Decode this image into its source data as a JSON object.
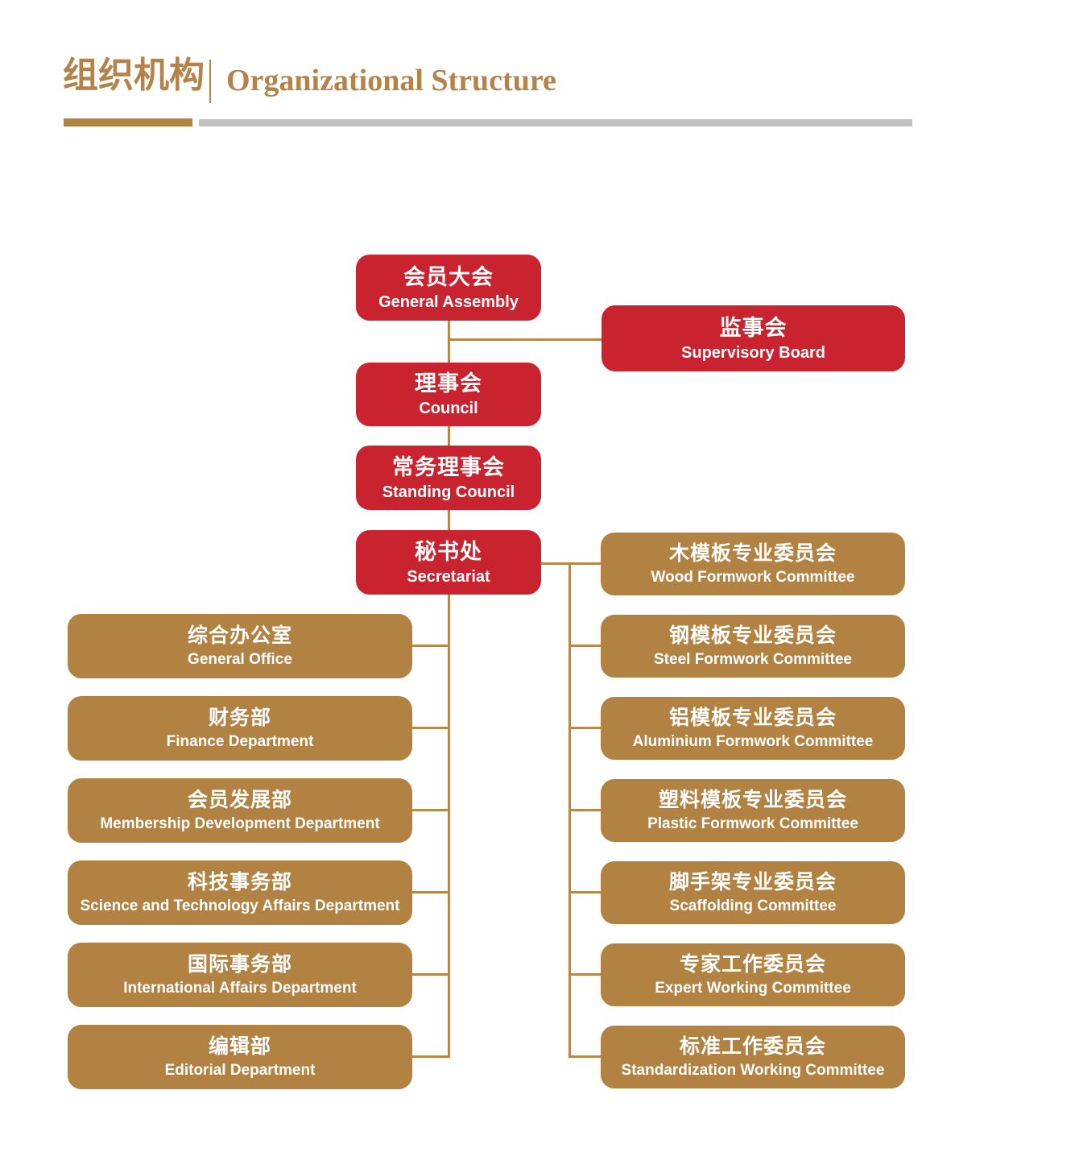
{
  "header": {
    "title_zh": "组织机构",
    "title_en": "Organizational Structure"
  },
  "colors": {
    "red": "#C8232E",
    "gold": "#B28243",
    "line": "#B5894E",
    "header_text": "#B5824A",
    "gray_bar": "#C1C1C3"
  },
  "org": {
    "general_assembly": {
      "zh": "会员大会",
      "en": "General Assembly"
    },
    "supervisory_board": {
      "zh": "监事会",
      "en": "Supervisory Board"
    },
    "council": {
      "zh": "理事会",
      "en": "Council"
    },
    "standing_council": {
      "zh": "常务理事会",
      "en": "Standing Council"
    },
    "secretariat": {
      "zh": "秘书处",
      "en": "Secretariat"
    },
    "departments": [
      {
        "zh": "综合办公室",
        "en": "General Office"
      },
      {
        "zh": "财务部",
        "en": "Finance Department"
      },
      {
        "zh": "会员发展部",
        "en": "Membership Development Department"
      },
      {
        "zh": "科技事务部",
        "en": "Science and Technology Affairs Department"
      },
      {
        "zh": "国际事务部",
        "en": "International Affairs Department"
      },
      {
        "zh": "编辑部",
        "en": "Editorial Department"
      }
    ],
    "committees": [
      {
        "zh": "木模板专业委员会",
        "en": "Wood Formwork Committee"
      },
      {
        "zh": "钢模板专业委员会",
        "en": "Steel Formwork Committee"
      },
      {
        "zh": "铝模板专业委员会",
        "en": "Aluminium Formwork Committee"
      },
      {
        "zh": "塑料模板专业委员会",
        "en": "Plastic Formwork Committee"
      },
      {
        "zh": "脚手架专业委员会",
        "en": "Scaffolding Committee"
      },
      {
        "zh": "专家工作委员会",
        "en": "Expert Working Committee"
      },
      {
        "zh": "标准工作委员会",
        "en": "Standardization Working Committee"
      }
    ]
  }
}
